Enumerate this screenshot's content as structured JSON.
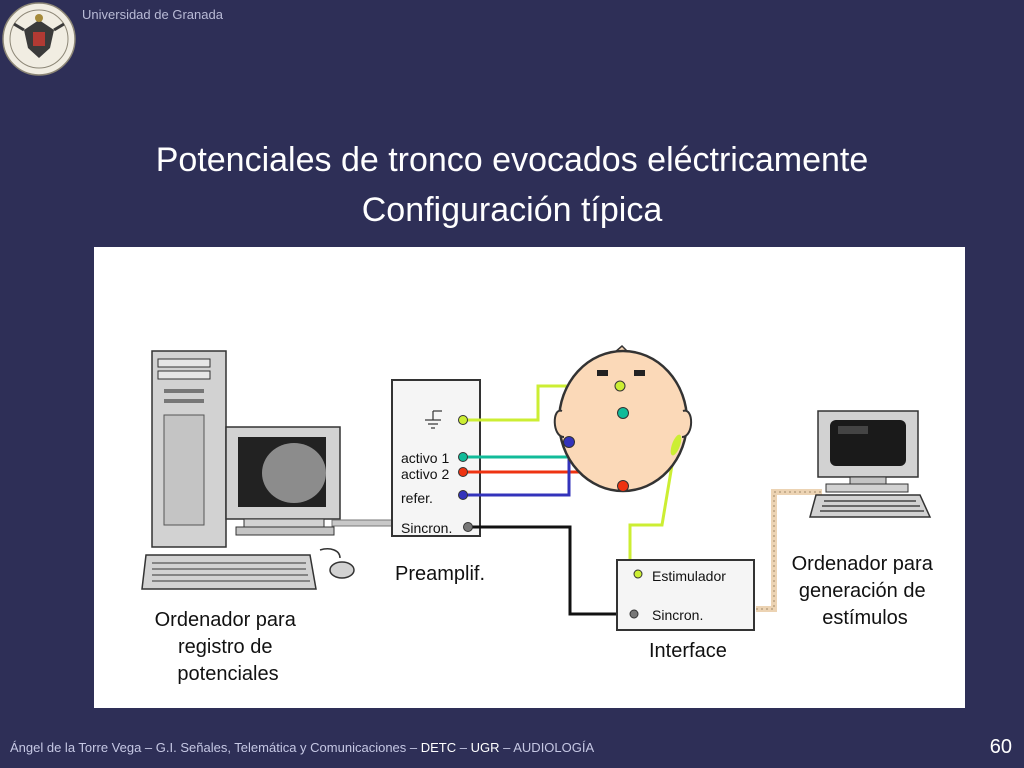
{
  "header": {
    "institution": "Universidad de Granada"
  },
  "slide": {
    "title_line1": "Potenciales de tronco evocados eléctricamente",
    "title_line2": "Configuración típica"
  },
  "diagram": {
    "recording_computer_label": [
      "Ordenador para",
      "registro de",
      "potenciales"
    ],
    "preamp_label": "Preamplif.",
    "preamp_inputs": {
      "active1": "activo 1",
      "active2": "activo 2",
      "reference": "refer.",
      "sync": "Sincron."
    },
    "interface_label": "Interface",
    "interface_ports": {
      "stimulator": "Estimulador",
      "sync": "Sincron."
    },
    "stimulus_computer_label": [
      "Ordenador para",
      "generación de",
      "estímulos"
    ],
    "wire_colors": {
      "ground": "#ccee33",
      "active1": "#11bb99",
      "active2": "#ee3311",
      "reference": "#3333bb",
      "sync": "#111111",
      "stimulus_link": "#ecd3b3"
    }
  },
  "footer": {
    "author": "Ángel de la Torre Vega",
    "sep1": " – ",
    "group": "G.I. Señales, Telemática y Comunicaciones",
    "sep2": " – ",
    "dept": "DETC",
    "sep3": " – ",
    "uni": "UGR",
    "sep4": " – ",
    "topic": "AUDIOLOGÍA",
    "page_number": "60"
  }
}
